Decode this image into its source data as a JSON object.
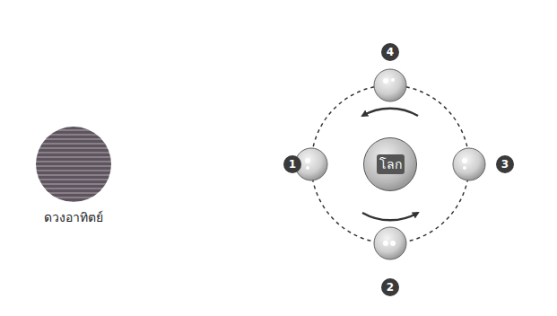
{
  "diagram": {
    "nodes": [
      {
        "text": [
          "ดวงอาทิตย์"
        ]
      },
      {
        "text": [
          "โลก"
        ]
      }
    ],
    "labels": [
      "4",
      "1",
      "3",
      "2"
    ]
  }
}
